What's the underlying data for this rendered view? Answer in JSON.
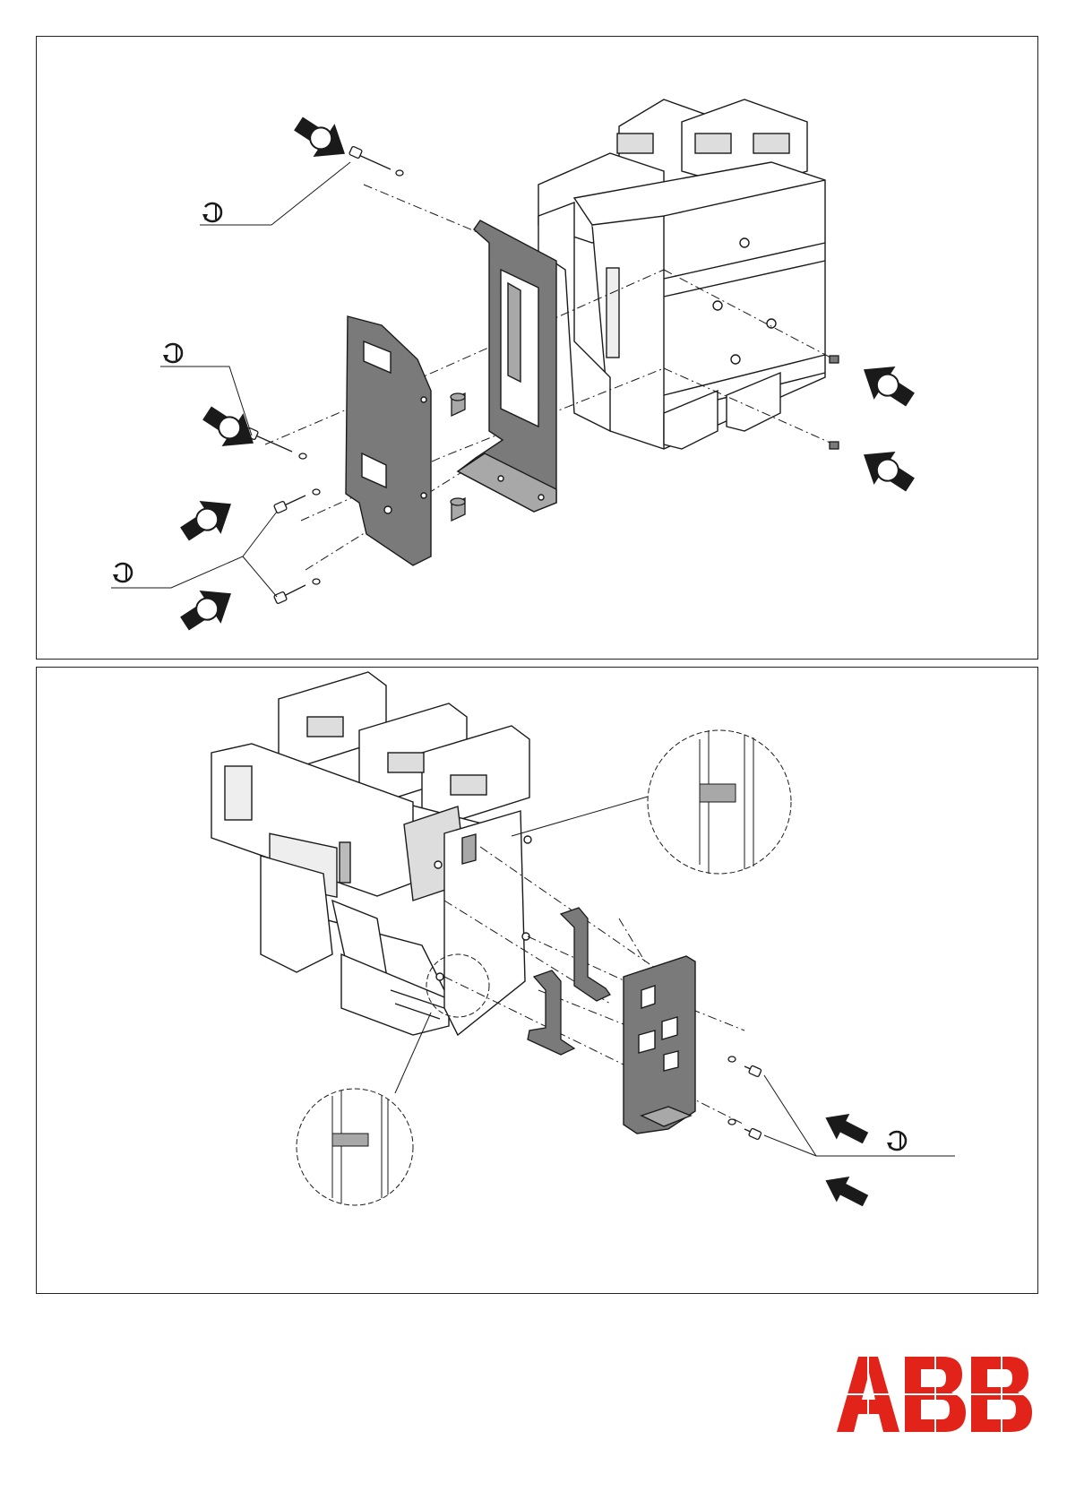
{
  "document": {
    "type": "assembly-instruction-sheet",
    "panels": [
      {
        "name": "top",
        "step": "remove-front-shield-and-bracket"
      },
      {
        "name": "bottom",
        "step": "install-rear-bracket"
      }
    ]
  },
  "brand": {
    "logo_text": "ABB",
    "color": "#e2231a"
  },
  "icons": {
    "tool": "screwdriver-rotation-icon",
    "arrow": "press-arrow-icon"
  },
  "colors": {
    "line": "#1a1a1a",
    "part_fill": "#7a7a7a",
    "part_fill_light": "#a8a8a8"
  }
}
